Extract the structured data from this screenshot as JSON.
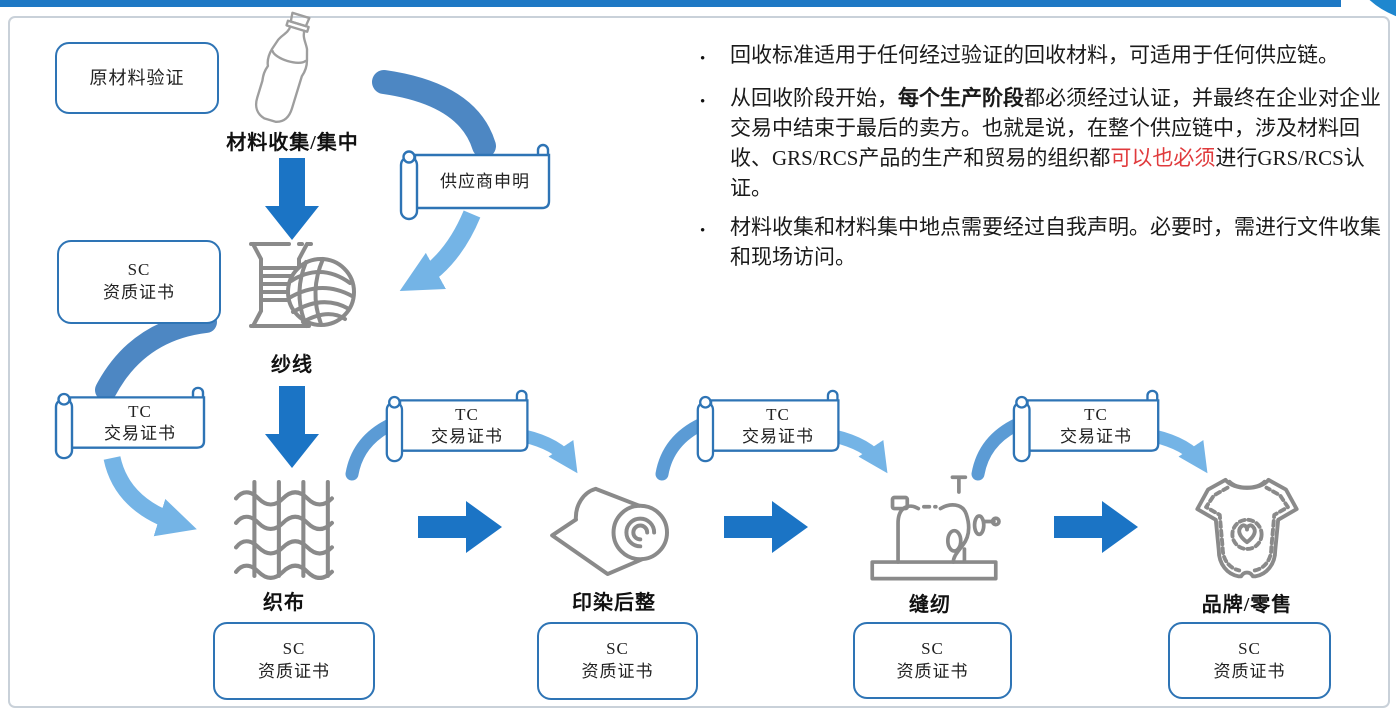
{
  "accent": {
    "top_bar_color": "#1E78C4",
    "corner_circle_color": "#1E87CF",
    "block_arrow_blue": "#1B74C5",
    "curve_dark_blue": "#4D87C3",
    "curve_medium_blue": "#5B9BD5",
    "curve_light_blue": "#74B4E6",
    "box_border_blue": "#2E74B5",
    "icon_gray": "#8A8A8A",
    "red_text": "#E03A3C"
  },
  "flow": {
    "raw_material_box": "原材料验证",
    "collection_label": "材料收集/集中",
    "supplier_scroll": "供应商申明",
    "sc_certificate": {
      "line1": "SC",
      "line2": "资质证书"
    },
    "tc_certificate": {
      "line1": "TC",
      "line2": "交易证书"
    },
    "stage_yarn": "纱线",
    "stage_weaving": "织布",
    "stage_dyeing": "印染后整",
    "stage_sewing": "缝纫",
    "stage_retail": "品牌/零售"
  },
  "notes": {
    "bullet_marker": "•",
    "bullet1": "回收标准适用于任何经过验证的回收材料，可适用于任何供应链。",
    "bullet2_pre": "从回收阶段开始，",
    "bullet2_bold": "每个生产阶段",
    "bullet2_mid": "都必须经过认证，并最终在企业对企业交易中结束于最后的卖方。也就是说，在整个供应链中，涉及材料回收、GRS/RCS产品的生产和贸易的组织都",
    "bullet2_red": "可以也必须",
    "bullet2_tail": "进行GRS/RCS认证。",
    "bullet3": "材料收集和材料集中地点需要经过自我声明。必要时，需进行文件收集和现场访问。"
  }
}
